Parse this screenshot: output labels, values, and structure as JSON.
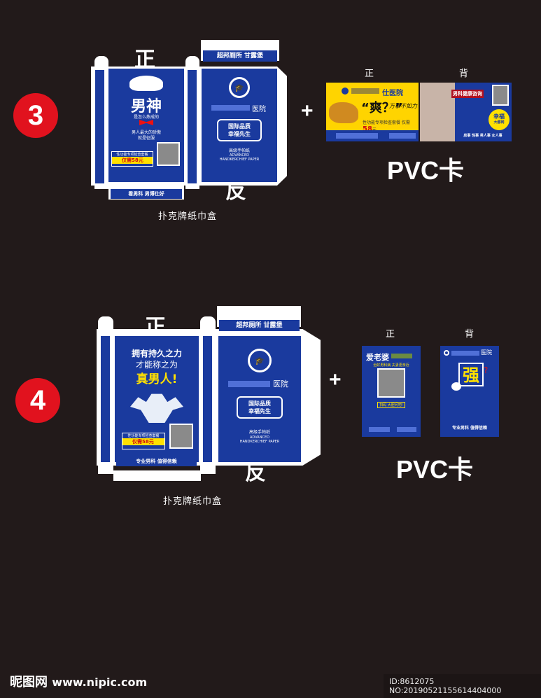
{
  "set3": {
    "badge": "3",
    "front_label": "正",
    "back_label": "反",
    "caption": "扑克牌纸巾盒",
    "box_front": {
      "title": "男神",
      "subtitle": "是怎么炼成的",
      "line1": "男人最大的骄傲",
      "line2": "就是征服",
      "promo_line": "性功能专项检查套餐",
      "price_prefix": "仅需",
      "price": "58元",
      "bottom_band": "看男科 男博仕好"
    },
    "box_back": {
      "top_band": "超邦厕所 甘露堡",
      "hospital": "医院",
      "slogan1": "国际品质",
      "slogan2": "幸福先生",
      "tissue": "高级手帕纸",
      "tissue_en1": "ADVANCED",
      "tissue_en2": "HANDKERCHIEF PAPER"
    },
    "plus": "+",
    "card_front_label": "正",
    "card_back_label": "背",
    "card_front": {
      "hospital": "仕医院",
      "headline": "“爽？”",
      "tagline": "万事不如力",
      "promo": "性功能专项检查套餐 仅需",
      "price": "58",
      "unit": "元"
    },
    "card_back": {
      "banner": "男科健康咨询",
      "circle1": "幸福",
      "circle2": "大都网",
      "slogan": "房事 性事 男人事 女人事"
    },
    "pvc_label": "PVC卡"
  },
  "set4": {
    "badge": "4",
    "front_label": "正",
    "back_label": "反",
    "caption": "扑克牌纸巾盒",
    "box_front": {
      "line1": "拥有持久之力",
      "line2": "才能称之为",
      "line3": "真男人!",
      "promo_line": "性功能专项检查套餐",
      "price_prefix": "仅需",
      "price": "58元",
      "bottom_band": "专业男科 值得信赖"
    },
    "box_back": {
      "top_band": "超邦厕所 甘露堡",
      "hospital": "医院",
      "slogan1": "国际品质",
      "slogan2": "幸福先生",
      "tissue": "高级手帕纸",
      "tissue_en1": "ADVANCED",
      "tissue_en2": "HANDKERCHIEF PAPER"
    },
    "plus": "+",
    "card_front_label": "正",
    "card_back_label": "背",
    "card_front": {
      "title": "爱老婆",
      "sub": "治好男科病 夫妻更亲近",
      "scan": "扫码 大胆问吧!"
    },
    "card_back": {
      "hospital": "医院",
      "big": "强",
      "q": "?",
      "bottom": "专业男科 值得信赖"
    },
    "pvc_label": "PVC卡"
  },
  "footer": {
    "logo": "昵图网",
    "url": "www.nipic.com",
    "id": "ID:8612075 NO:20190521155614404000"
  }
}
